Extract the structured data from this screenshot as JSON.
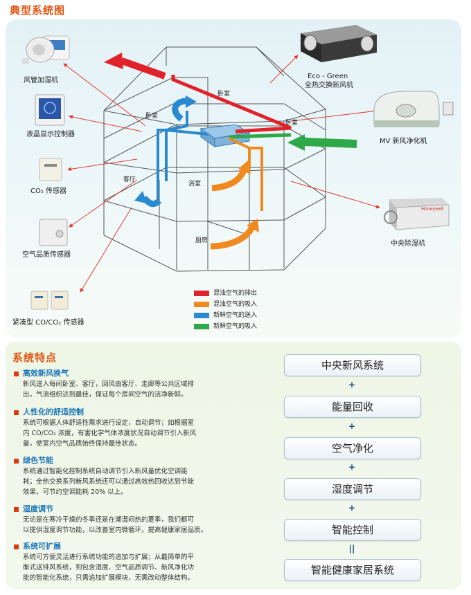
{
  "titles": {
    "diagram": "典型系统图",
    "features": "系统特点"
  },
  "devices": {
    "duct_humidifier": "风管加湿机",
    "lcd_controller": "液晶显示控制器",
    "co2_sensor": "CO₂ 传感器",
    "air_quality_sensor": "空气品质传感器",
    "compact_sensor": "紧凑型 CO/CO₂ 传感器",
    "eco_green_line1": "Eco - Green",
    "eco_green_line2": "全热交换新风机",
    "mv_purifier": "MV 新风净化机",
    "central_dehumidifier": "中央除湿机"
  },
  "rooms": {
    "bedroom1": "卧室",
    "bedroom2": "卧室",
    "bedroom3": "卧室",
    "living": "客厅",
    "bath": "浴室",
    "kitchen": "厨房"
  },
  "device_brand": "Honeywell",
  "legend": [
    {
      "label": "混浊空气的排出",
      "color": "#e0232a"
    },
    {
      "label": "混浊空气的吸入",
      "color": "#f08a1e"
    },
    {
      "label": "新鲜空气的送入",
      "color": "#2a8ad0"
    },
    {
      "label": "新鲜空气的吸入",
      "color": "#2fa84a"
    }
  ],
  "features": [
    {
      "title": "高效新风换气",
      "body": [
        "新风送入每间卧室、客厅，回风由客厅、走廊等公共区域排",
        "出，气流组织达到最佳，保证每个房间空气的洁净新鲜。"
      ]
    },
    {
      "title": "人性化的舒适控制",
      "body": [
        "系统可根据人体舒适性需求进行设定，自动调节；如根据室",
        "内 CO/CO₂ 浓度，有害化学气体浓度状况自动调节引入新风",
        "量，使室内空气品质始终保持最佳状态。"
      ]
    },
    {
      "title": "绿色节能",
      "body": [
        "系统通过智能化控制系统自动调节引入新风量优化空调能",
        "耗；全热交换系列新风系统还可以通过高效热回收达到节能",
        "效果，可节约空调能耗 20% 以上。"
      ]
    },
    {
      "title": "湿度调节",
      "body": [
        "无论是在寒冷干燥的冬季还是在潮湿闷热的夏季，我们都可",
        "以提供湿度调节功能，以改善室内微循环，提高健康家居品质。"
      ]
    },
    {
      "title": "系统可扩展",
      "body": [
        "系统可方便灵活进行系统功能的追加与扩展；从最简单的平",
        "衡式送排风系统，到包含湿度、空气品质调节、新风净化功",
        "能的智能化系统，只需追加扩展模块，无需改动整体结构。"
      ]
    }
  ],
  "system_stack": {
    "items": [
      "中央新风系统",
      "能量回收",
      "空气净化",
      "湿度调节",
      "智能控制",
      "智能健康家居系统"
    ],
    "plus": "+",
    "equals": "||"
  }
}
